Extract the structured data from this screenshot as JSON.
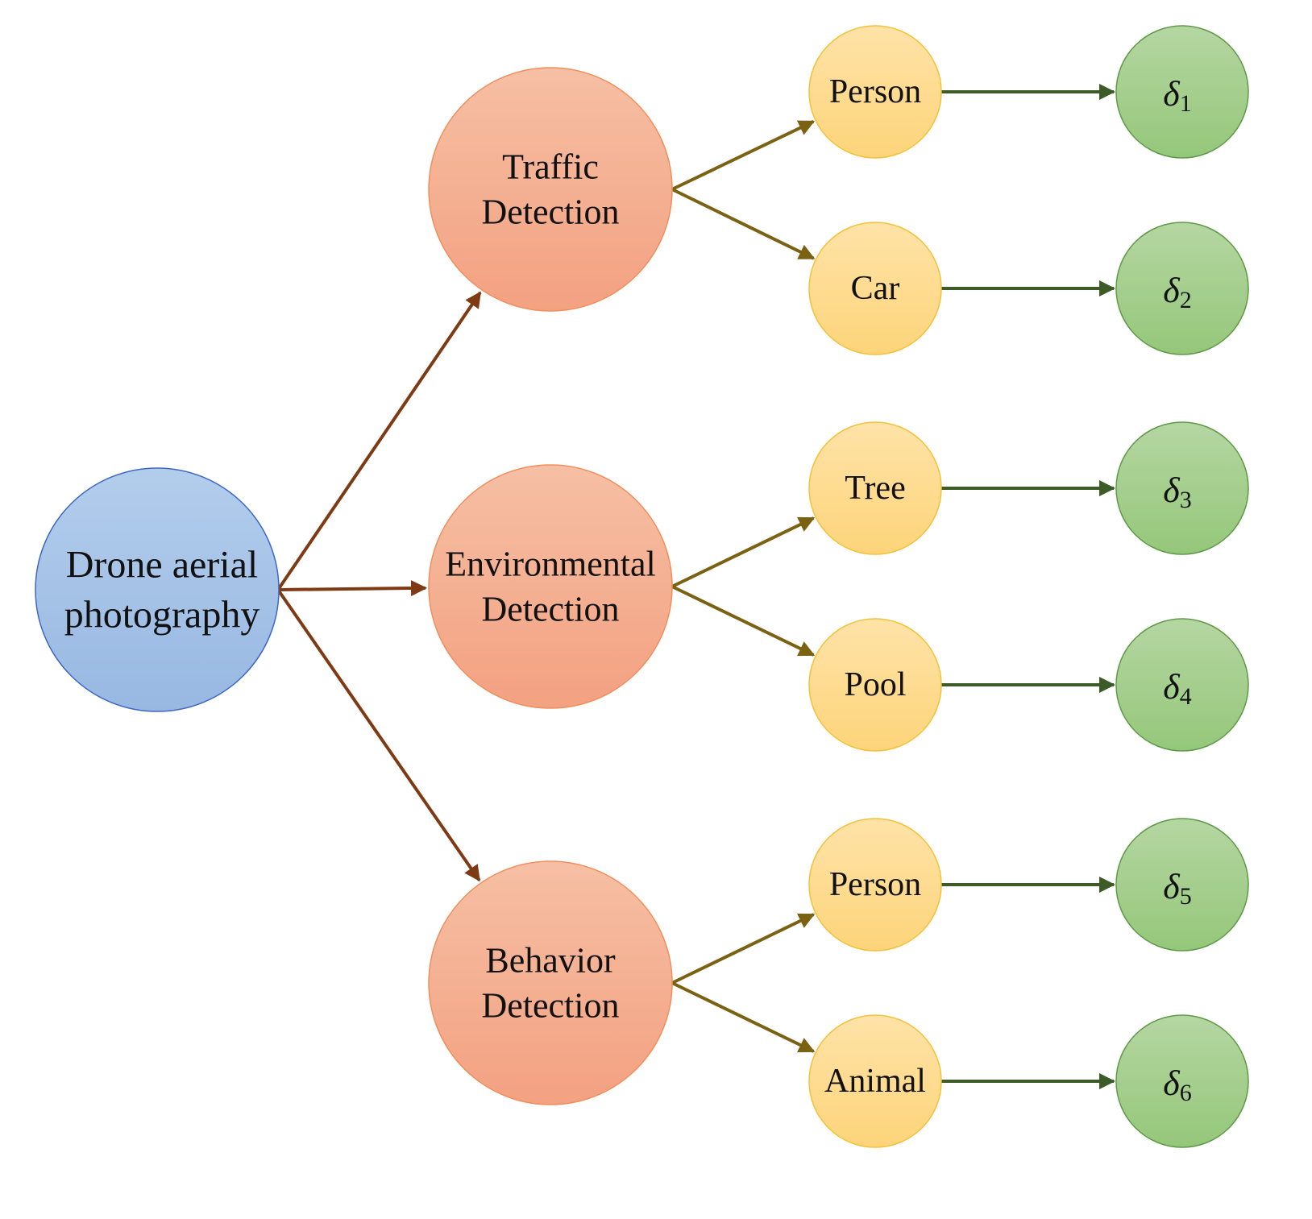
{
  "root": {
    "lines": [
      "Drone aerial",
      "photography"
    ]
  },
  "categories": [
    {
      "lines": [
        "Traffic",
        "Detection"
      ],
      "objects": [
        {
          "label": "Person",
          "result_symbol": "δ",
          "result_sub": "1"
        },
        {
          "label": "Car",
          "result_symbol": "δ",
          "result_sub": "2"
        }
      ]
    },
    {
      "lines": [
        "Environmental",
        "Detection"
      ],
      "objects": [
        {
          "label": "Tree",
          "result_symbol": "δ",
          "result_sub": "3"
        },
        {
          "label": "Pool",
          "result_symbol": "δ",
          "result_sub": "4"
        }
      ]
    },
    {
      "lines": [
        "Behavior",
        "Detection"
      ],
      "objects": [
        {
          "label": "Person",
          "result_symbol": "δ",
          "result_sub": "5"
        },
        {
          "label": "Animal",
          "result_symbol": "δ",
          "result_sub": "6"
        }
      ]
    }
  ],
  "colors": {
    "root_fill_top": "#b3cdec",
    "root_fill_bottom": "#98b8e2",
    "root_stroke": "#3d67c2",
    "category_fill_top": "#f6bfa4",
    "category_fill_bottom": "#f3a181",
    "category_stroke": "#f08f5c",
    "object_fill_top": "#fee3a8",
    "object_fill_bottom": "#fdd47a",
    "object_stroke": "#f4c13a",
    "result_fill_top": "#b5d6a2",
    "result_fill_bottom": "#95c77a",
    "result_stroke": "#5f9a47",
    "root_edge": "#7e3a12",
    "category_edge": "#7a6212",
    "result_edge": "#3c5b26"
  }
}
